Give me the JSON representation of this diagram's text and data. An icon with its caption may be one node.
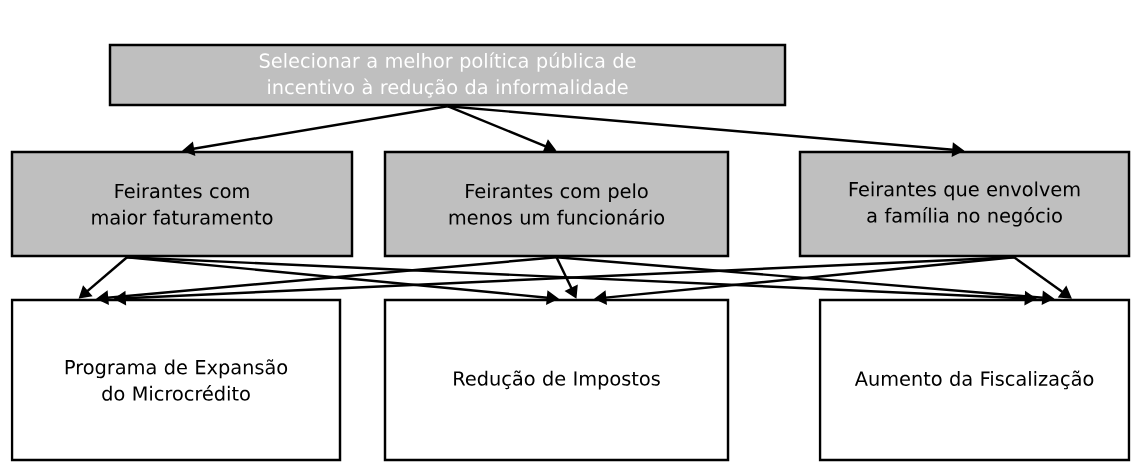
{
  "diagram": {
    "nodes": [
      {
        "text": [
          "Selecionar a melhor política pública de incentivo à redução da informalidade"
        ]
      },
      {
        "text": [
          "Feirantes com maior faturamento"
        ]
      },
      {
        "text": [
          "Feirantes com pelo menos um funcionário"
        ]
      },
      {
        "text": [
          "Feirantes que envolvem a família no negócio"
        ]
      },
      {
        "text": [
          "Programa de Expansão do Microcrédito"
        ]
      },
      {
        "text": [
          "Redução de Impostos"
        ]
      },
      {
        "text": [
          "Aumento da Fiscalização"
        ]
      }
    ],
    "edges": [
      {
        "from": 0,
        "to": 1,
        "arrow": "to"
      },
      {
        "from": 0,
        "to": 2,
        "arrow": "to"
      },
      {
        "from": 0,
        "to": 3,
        "arrow": "to"
      },
      {
        "from": 1,
        "to": 4,
        "arrow": "to"
      },
      {
        "from": 1,
        "to": 5,
        "arrow": "to"
      },
      {
        "from": 1,
        "to": 6,
        "arrow": "to"
      },
      {
        "from": 2,
        "to": 4,
        "arrow": "to"
      },
      {
        "from": 2,
        "to": 5,
        "arrow": "to"
      },
      {
        "from": 2,
        "to": 6,
        "arrow": "to"
      },
      {
        "from": 3,
        "to": 4,
        "arrow": "to"
      },
      {
        "from": 3,
        "to": 5,
        "arrow": "to"
      },
      {
        "from": 3,
        "to": 6,
        "arrow": "to"
      }
    ]
  }
}
